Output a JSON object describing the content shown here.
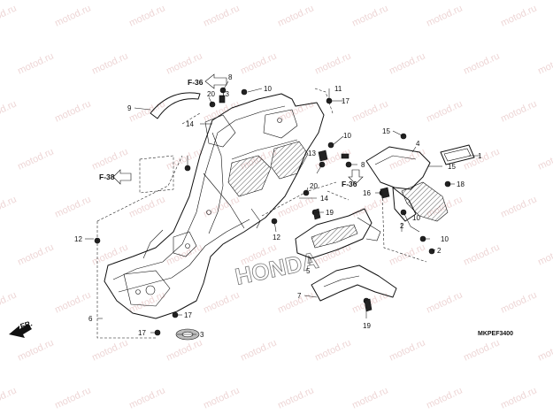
{
  "watermark_text": "motod.ru",
  "diagram_code": "MKPEF3400",
  "direction_label": "FR.",
  "reference_labels": [
    "F-36",
    "F-38",
    "F-36"
  ],
  "logo_text": "HONDA",
  "part_numbers": [
    "1",
    "2",
    "2",
    "3",
    "4",
    "5",
    "6",
    "7",
    "8",
    "8",
    "9",
    "10",
    "10",
    "10",
    "10",
    "11",
    "12",
    "12",
    "13",
    "13",
    "14",
    "14",
    "15",
    "15",
    "16",
    "17",
    "17",
    "17",
    "18",
    "19",
    "19",
    "20",
    "20"
  ]
}
